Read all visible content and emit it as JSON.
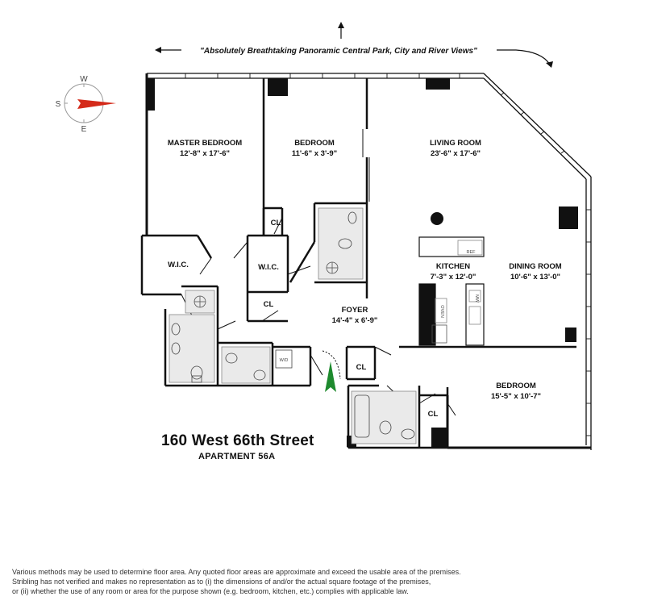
{
  "views_caption": "\"Absolutely Breathtaking Panoramic Central Park, City and River Views\"",
  "compass": {
    "w": "W",
    "s": "S",
    "e": "E",
    "needle_color": "#d42a1a"
  },
  "rooms": {
    "master_bedroom": {
      "name": "MASTER BEDROOM",
      "dims": "12'-8\" x 17'-6\""
    },
    "bedroom_1": {
      "name": "BEDROOM",
      "dims": "11'-6\" x 3'-9\""
    },
    "living_room": {
      "name": "LIVING ROOM",
      "dims": "23'-6\" x 17'-6\""
    },
    "kitchen": {
      "name": "KITCHEN",
      "dims": "7'-3\" x 12'-0\""
    },
    "dining_room": {
      "name": "DINING ROOM",
      "dims": "10'-6\" x 13'-0\""
    },
    "foyer": {
      "name": "FOYER",
      "dims": "14'-4\" x 6'-9\""
    },
    "bedroom_2": {
      "name": "BEDROOM",
      "dims": "15'-5\" x 10'-7\""
    }
  },
  "closets": {
    "wic": "W.I.C.",
    "cl": "CL",
    "wd": "W/D"
  },
  "appliances": {
    "ref": "REF",
    "mw": "MW",
    "oven": "OVEN"
  },
  "entry_arrow_color": "#1e8a2e",
  "address": "160 West 66th Street",
  "apartment": "APARTMENT 56A",
  "disclaimer": [
    "Various methods may be used to determine floor area.  Any quoted floor areas are approximate and exceed the usable area of the premises.",
    "Stribling has not verified and makes no representation as to (i) the dimensions of and/or the actual square footage of the premises,",
    "or (ii) whether the use of any room or area for the purpose shown (e.g. bedroom, kitchen, etc.) complies with applicable law."
  ]
}
